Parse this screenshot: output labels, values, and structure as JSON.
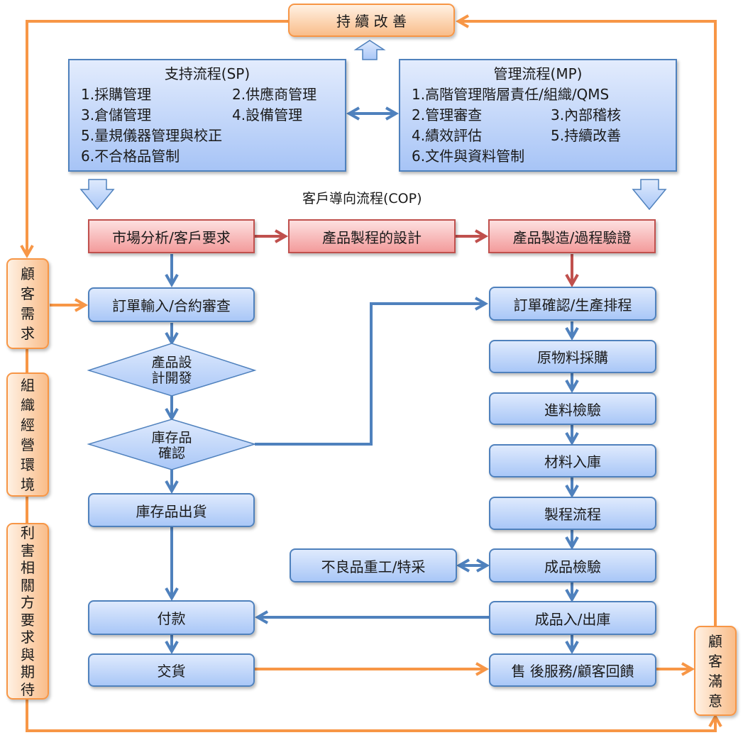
{
  "top_box": {
    "label": "持 續 改 善"
  },
  "support_process": {
    "title": "支持流程(SP)",
    "items": [
      "1.採購管理",
      "2.供應商管理",
      "3.倉儲管理",
      "4.設備管理",
      "5.量規儀器管理與校正",
      "6.不合格品管制"
    ]
  },
  "management_process": {
    "title": "管理流程(MP)",
    "items": [
      "1.高階管理階層責任/組織/QMS",
      "2.管理審查",
      "3.內部稽核",
      "4.績效評估",
      "5.持續改善",
      "6.文件與資料管制"
    ]
  },
  "cop_label": "客戶導向流程(COP)",
  "red_steps": [
    "市場分析/客戶要求",
    "產品製程的設計",
    "產品製造/過程驗證"
  ],
  "left_column": {
    "order_entry": "訂單輸入/合約審查",
    "decision_design": [
      "產品設",
      "計開發"
    ],
    "decision_stock": [
      "庫存品",
      "確認"
    ],
    "stock_shipping": "庫存品出貨",
    "payment": "付款",
    "delivery": "交貨"
  },
  "right_column": {
    "steps": [
      "訂單確認/生產排程",
      "原物料採購",
      "進料檢驗",
      "材料入庫",
      "製程流程",
      "成品檢驗",
      "成品入/出庫",
      "售 後服務/顧客回饋"
    ],
    "rework": "不良品重工/特采"
  },
  "side_boxes": {
    "customer_needs": [
      "顧",
      "客",
      "需",
      "求"
    ],
    "org_environment": [
      "組",
      "織",
      "經",
      "營",
      "環",
      "境"
    ],
    "stakeholders": [
      "利",
      "害",
      "相",
      "關",
      "方",
      "要",
      "求",
      "與",
      "期",
      "待"
    ],
    "customer_satisfaction": [
      "顧",
      "客",
      "滿",
      "意"
    ]
  },
  "colors": {
    "blue_border": "#4f81bd",
    "red_border": "#c0504d",
    "orange_line": "#f79646",
    "blue_fill": "#a9c7f7",
    "red_fill": "#f39b9b",
    "orange_fill": "#f9bd8a"
  }
}
